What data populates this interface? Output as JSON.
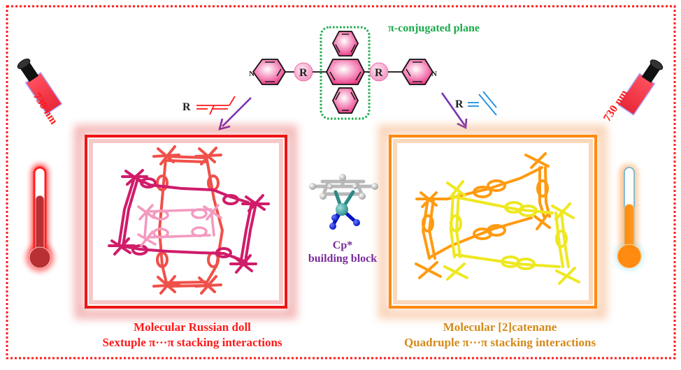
{
  "header": {
    "pi_plane_label": "π-conjugated plane",
    "ligand_substituent_label": "R",
    "ligand_nitrogen_label": "N"
  },
  "left_route": {
    "r_label": "R",
    "r_definition": "trans-alkene / diene linker (red)",
    "laser_wavelength": "730 nm",
    "thermometer_fill_fraction": 0.72,
    "caption_line1": "Molecular Russian doll",
    "caption_line2": "Sextuple π···π stacking interactions",
    "accent_color": "#ff1a1a"
  },
  "right_route": {
    "r_label": "R",
    "r_definition": "alkyne linker (blue)",
    "laser_wavelength": "730 nm",
    "thermometer_fill_fraction": 0.62,
    "caption_line1": "Molecular [2]catenane",
    "caption_line2": "Quadruple π···π stacking interactions",
    "accent_color": "#ff8a10"
  },
  "center": {
    "cp_label": "Cp*",
    "building_block_label": "building block"
  },
  "colors": {
    "border_dots": "#ff1a1a",
    "pi_plane_green": "#1aaa4a",
    "ring_pink": "#ee3f8c",
    "arrow_purple": "#7a30b0",
    "cp_purple": "#7a2a9a",
    "catenane_text": "#d48a1a",
    "alkyne_blue": "#1e90e0"
  }
}
